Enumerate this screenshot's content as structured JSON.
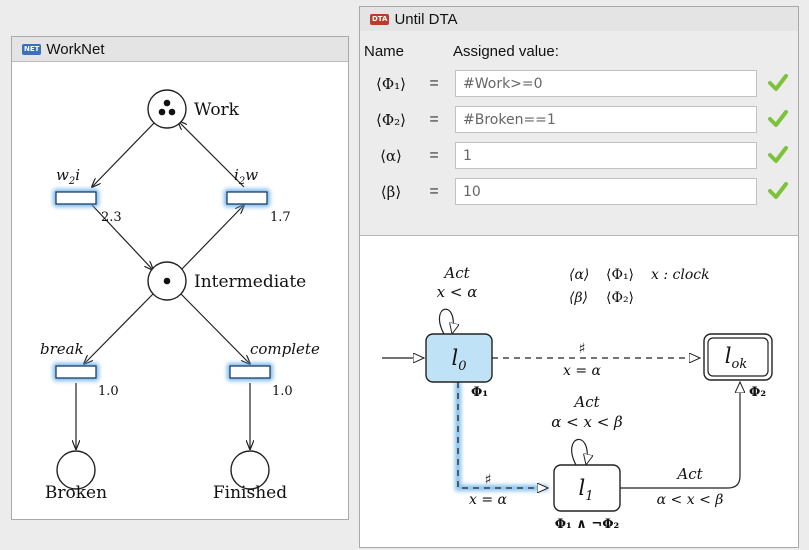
{
  "left_panel": {
    "badge": "NET",
    "title": "WorkNet",
    "places": {
      "work": "Work",
      "intermediate": "Intermediate",
      "broken": "Broken",
      "finished": "Finished"
    },
    "transitions": {
      "w2i": {
        "name": "w",
        "sub": "2",
        "name_end": "i",
        "rate": "2.3"
      },
      "i2w": {
        "name": "i",
        "sub": "2",
        "name_end": "w",
        "rate": "1.7"
      },
      "break": {
        "name": "break",
        "rate": "1.0"
      },
      "complete": {
        "name": "complete",
        "rate": "1.0"
      }
    }
  },
  "right_panel": {
    "badge": "DTA",
    "title": "Until DTA",
    "col_name": "Name",
    "col_value": "Assigned value:",
    "params": [
      {
        "name": "⟨Φ₁⟩",
        "eq": "=",
        "value": "#Work>=0",
        "valid": true
      },
      {
        "name": "⟨Φ₂⟩",
        "eq": "=",
        "value": "#Broken==1",
        "valid": true
      },
      {
        "name": "⟨α⟩",
        "eq": "=",
        "value": "1",
        "valid": true
      },
      {
        "name": "⟨β⟩",
        "eq": "=",
        "value": "10",
        "valid": true
      }
    ],
    "dta": {
      "legend": {
        "alpha": "⟨α⟩",
        "phi1": "⟨Φ₁⟩",
        "clock": "x : clock",
        "beta": "⟨β⟩",
        "phi2": "⟨Φ₂⟩"
      },
      "loop0": {
        "act": "Act",
        "guard": "x < α"
      },
      "loop1": {
        "act": "Act",
        "guard": "α < x < β"
      },
      "l0": {
        "name": "l",
        "sub": "0",
        "inv": "Φ₁"
      },
      "l1": {
        "name": "l",
        "sub": "1",
        "inv": "Φ₁ ∧ ¬Φ₂"
      },
      "lok": {
        "name": "l",
        "sub": "ok",
        "inv": "Φ₂"
      },
      "edge_l0_lok": {
        "action": "♯",
        "guard": "x = α"
      },
      "edge_l0_l1": {
        "action": "♯",
        "guard": "x = α"
      },
      "edge_l1_lok": {
        "act": "Act",
        "guard": "α < x < β"
      }
    }
  },
  "colors": {
    "net_badge": "#3b6fb6",
    "dta_badge": "#c0392b",
    "check": "#7cc23a",
    "highlight": "#5aa9e6",
    "l0_fill": "#bfe2f7"
  }
}
